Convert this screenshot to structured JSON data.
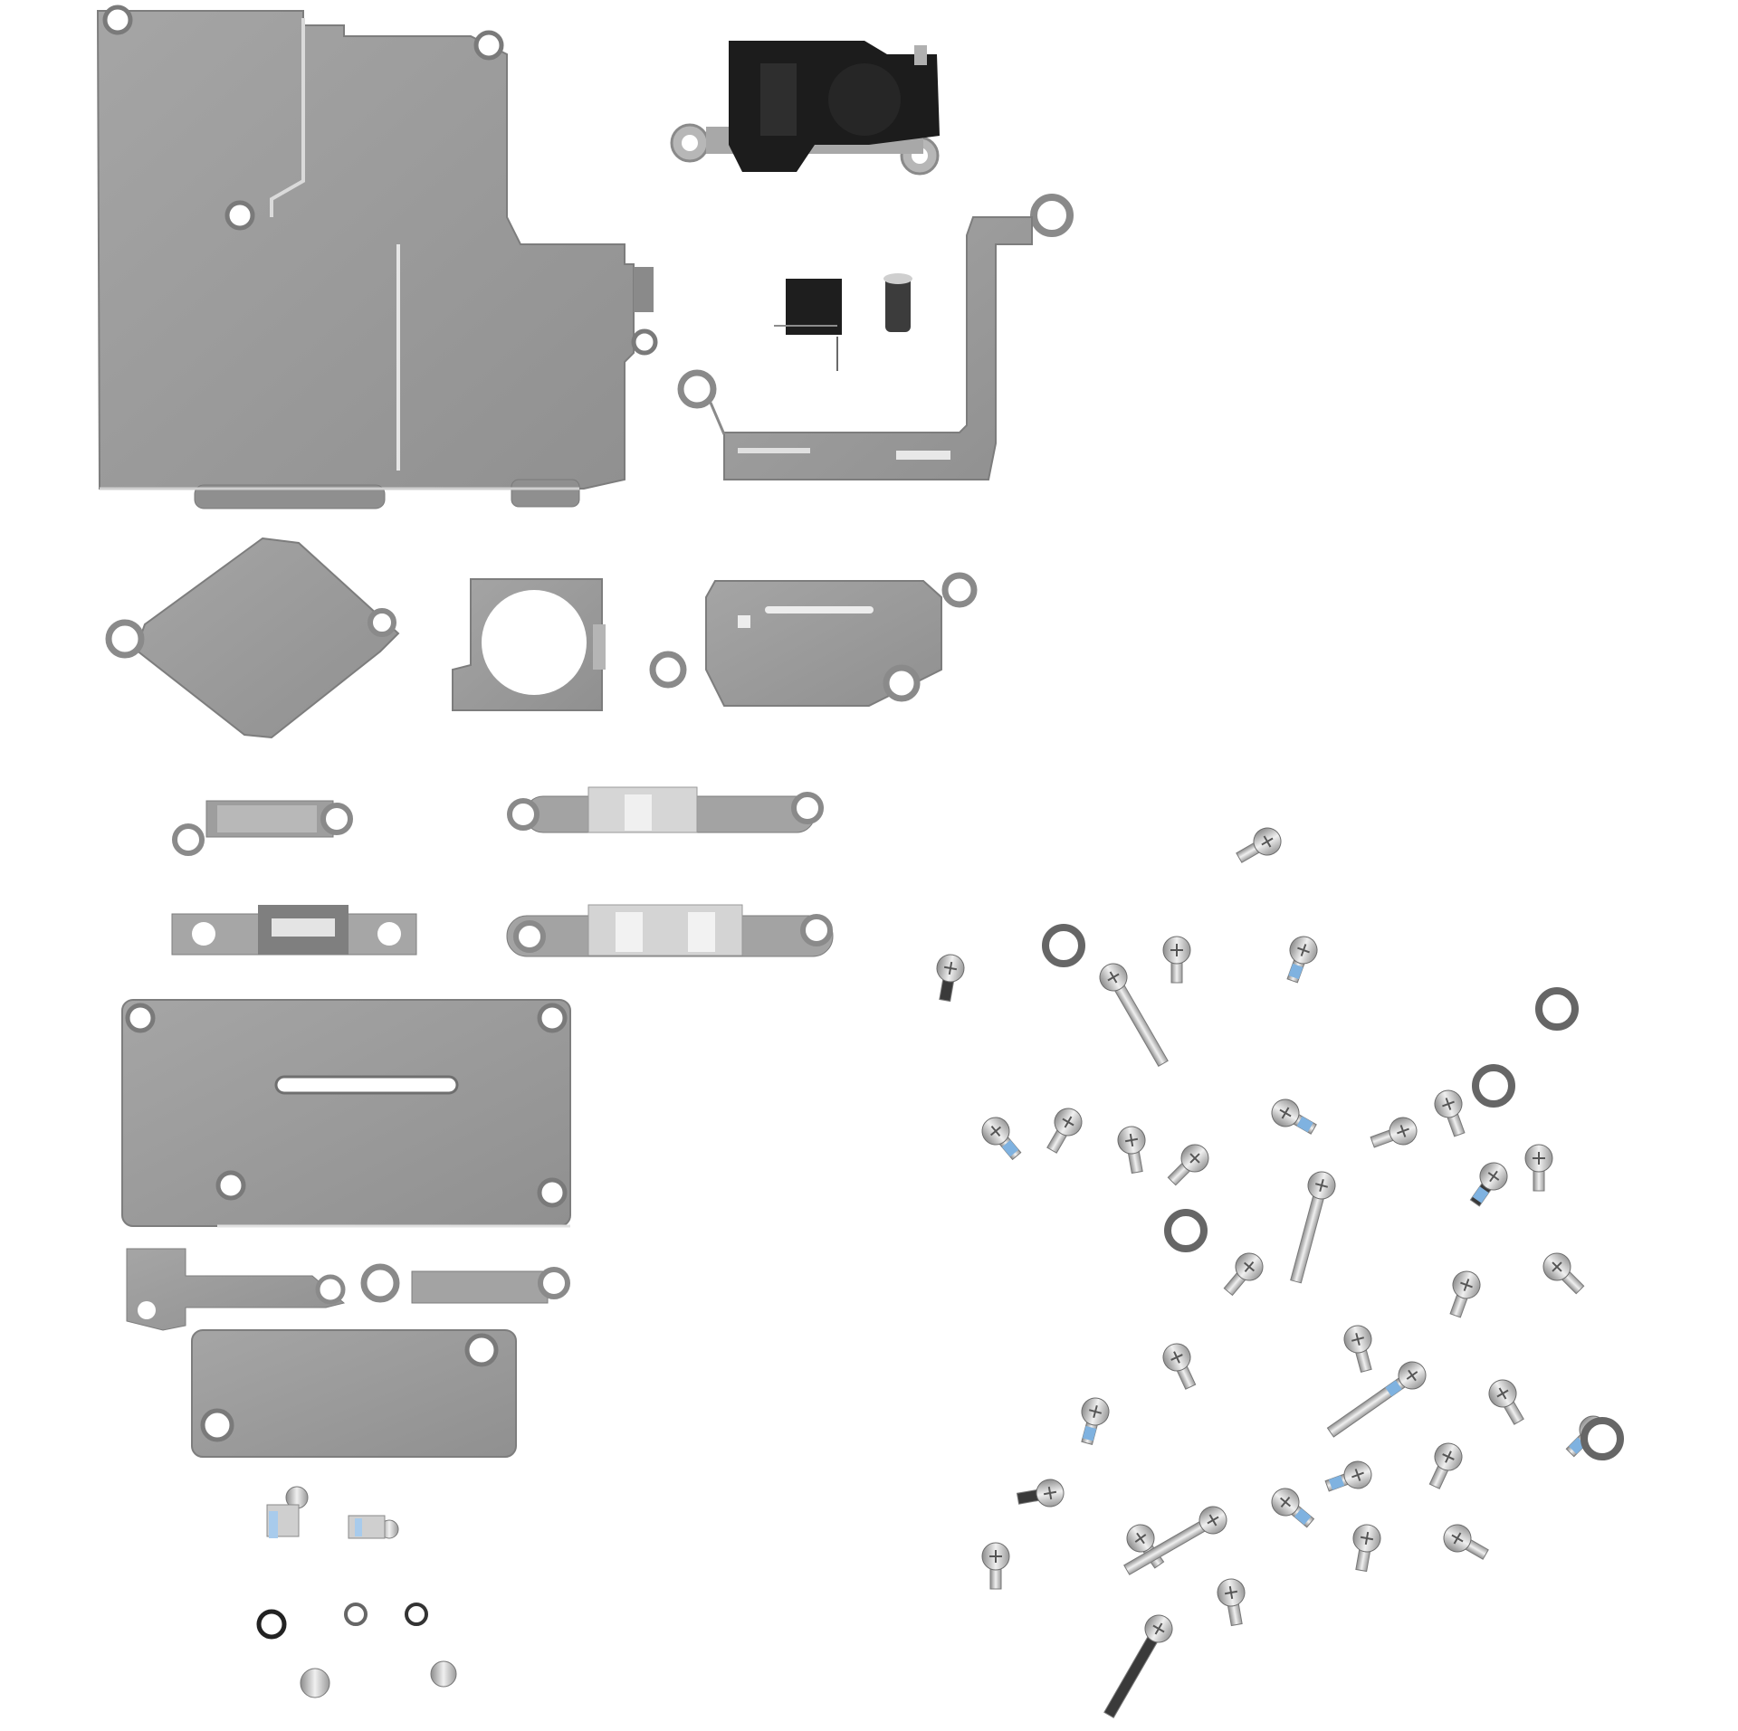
{
  "image": {
    "subject": "phone-internal-metal-brackets-and-screws-kit",
    "colors": {
      "background": "#ffffff",
      "bracket_fill": "#9b9b9b",
      "bracket_shade": "#8a8a8a",
      "bracket_edge": "#7a7a7a",
      "highlight": "#e6e6e6",
      "hole": "#ffffff",
      "black_part": "#1c1c1c",
      "screw_silver": "#c9c9c9",
      "screw_dark": "#3a3a3a",
      "thread_blue": "#7fb2e0"
    }
  },
  "parts": [
    {
      "name": "large-logic-board-shield"
    },
    {
      "name": "black-camera-bracket"
    },
    {
      "name": "black-clip-small"
    },
    {
      "name": "black-standoff"
    },
    {
      "name": "l-shaped-strip-bracket"
    },
    {
      "name": "diamond-bracket"
    },
    {
      "name": "camera-ring-bracket"
    },
    {
      "name": "connector-bracket-with-tabs"
    },
    {
      "name": "short-strip-bracket-top-left"
    },
    {
      "name": "short-strip-bracket-top-right"
    },
    {
      "name": "short-strip-bracket-mid-left"
    },
    {
      "name": "short-strip-bracket-mid-right"
    },
    {
      "name": "rectangular-shield-plate-slot"
    },
    {
      "name": "small-strip-bracket-left"
    },
    {
      "name": "small-strip-bracket-right"
    },
    {
      "name": "rectangular-shield-plate-lower"
    },
    {
      "name": "small-screw-group-left"
    },
    {
      "name": "screw-pile-right"
    }
  ]
}
